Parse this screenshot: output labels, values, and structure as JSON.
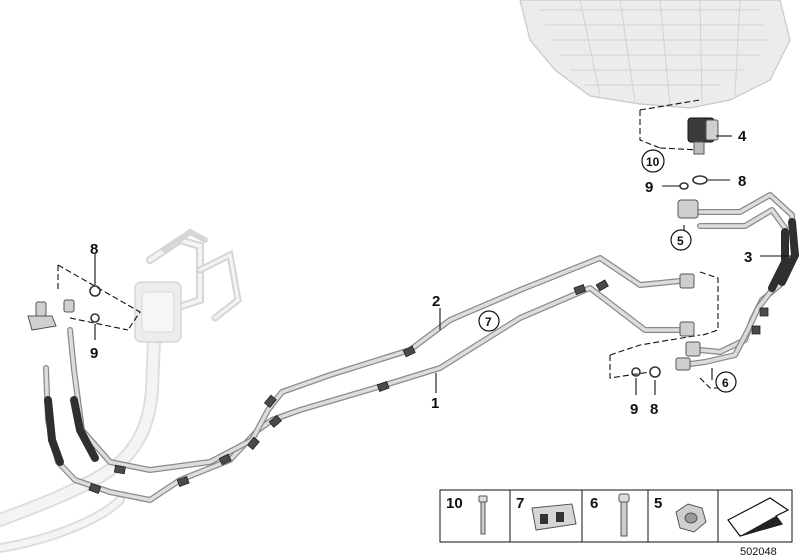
{
  "callouts": {
    "c1": "1",
    "c2": "2",
    "c3": "3",
    "c4": "4",
    "c5": "5",
    "c6": "6",
    "c7": "7",
    "c8a": "8",
    "c8b": "8",
    "c8c": "8",
    "c9a": "9",
    "c9b": "9",
    "c9c": "9",
    "c10": "10"
  },
  "legend": {
    "items": [
      "10",
      "7",
      "6",
      "5"
    ]
  },
  "diagram_id": "502048",
  "colors": {
    "line": "#111111",
    "pipe_fill": "#dcdcdc",
    "pipe_edge": "#8a8a8a",
    "hose": "#3a3a3a",
    "ghost": "#e4e4e4",
    "ghost_edge": "#c4c4c4"
  }
}
